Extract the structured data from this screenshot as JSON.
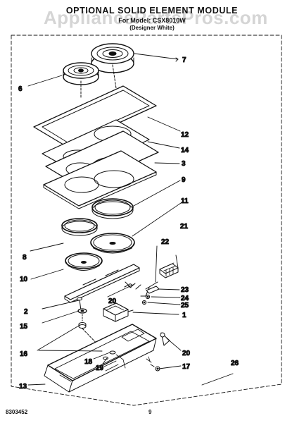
{
  "header": {
    "title": "OPTIONAL SOLID ELEMENT MODULE",
    "subtitle": "For Model: CSX8010W",
    "subtitle2": "(Designer White)"
  },
  "watermark": "AppliancePartsPros.com",
  "footer": {
    "doc_number": "8303452",
    "page_number": "9"
  },
  "callouts": {
    "c7": "7",
    "c6": "6",
    "c12": "12",
    "c14": "14",
    "c3": "3",
    "c9": "9",
    "c11": "11",
    "c21": "21",
    "c22": "22",
    "c8": "8",
    "c10": "10",
    "c23": "23",
    "c24": "24",
    "c25": "25",
    "c2": "2",
    "c20a": "20",
    "c15": "15",
    "c1": "1",
    "c16": "16",
    "c20b": "20",
    "c18": "18",
    "c19": "19",
    "c17": "17",
    "c26": "26",
    "c13": "13"
  }
}
